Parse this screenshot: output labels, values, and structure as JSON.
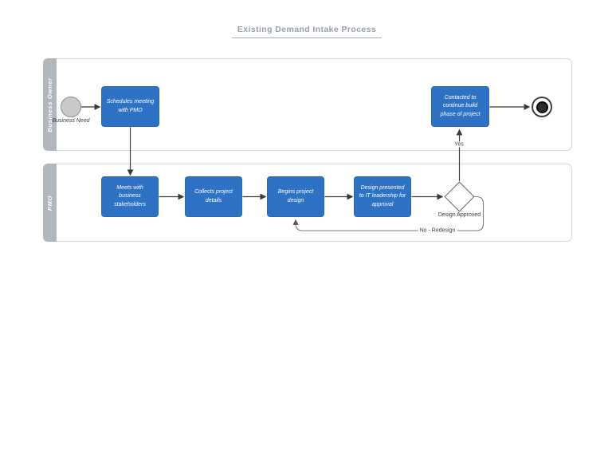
{
  "title": "Existing Demand Intake Process",
  "colors": {
    "task_fill": "#2e72c6",
    "task_text": "#ffffff",
    "lane_label_bg": "#b1b7bc",
    "lane_border": "#d5d9dd",
    "title_text": "#98a1ab",
    "connector": "#3a3a3a",
    "start_event_fill": "#c9cacb",
    "label_text": "#3b3b3b"
  },
  "lanes": [
    {
      "label": "Business Owner"
    },
    {
      "label": "PMO"
    }
  ],
  "nodes": {
    "start": {
      "type": "start-event",
      "label": "Business Need"
    },
    "schedules": {
      "type": "task",
      "label": "Schedules meeting with PMO"
    },
    "contacted": {
      "type": "task",
      "label": "Contacted to continue build phase of project"
    },
    "end": {
      "type": "end-event"
    },
    "meets": {
      "type": "task",
      "label": "Meets with business stakeholders"
    },
    "collects": {
      "type": "task",
      "label": "Collects project details"
    },
    "begins": {
      "type": "task",
      "label": "Begins project design"
    },
    "presented": {
      "type": "task",
      "label": "Design presented to IT leadership for approval"
    },
    "gateway": {
      "type": "gateway",
      "label": "Design Approved"
    }
  },
  "edge_labels": {
    "yes": "Yes",
    "no_redesign": "No - Redesign"
  }
}
